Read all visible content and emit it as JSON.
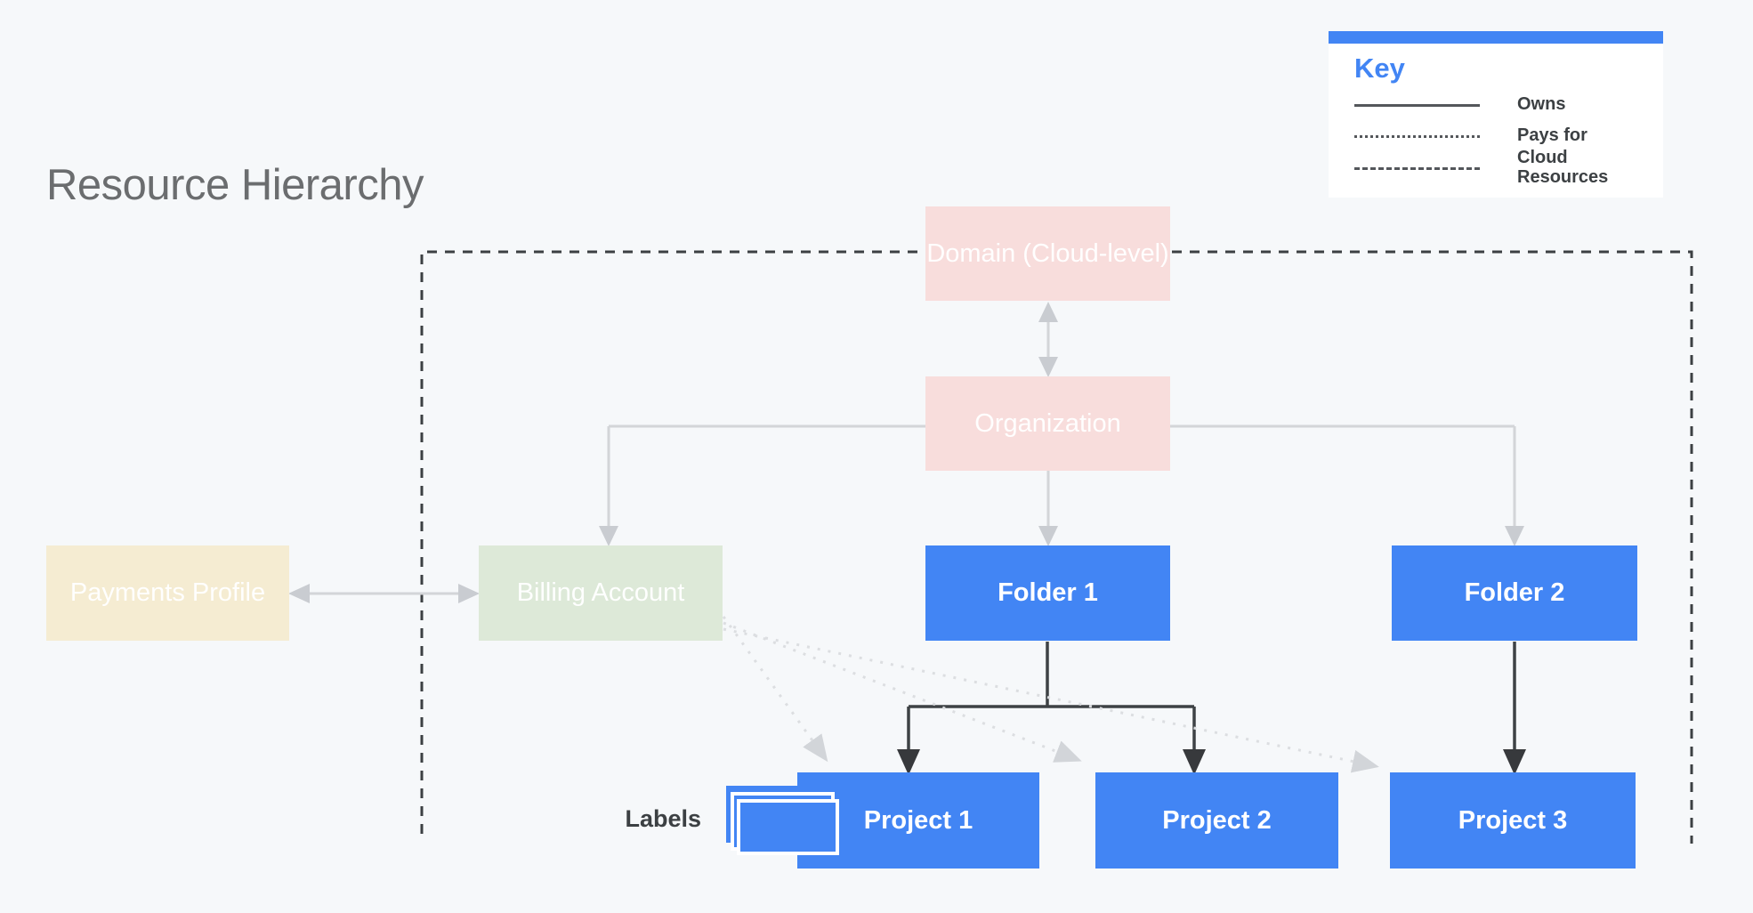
{
  "title": "Resource Hierarchy",
  "key": {
    "title": "Key",
    "entries": [
      {
        "line_style": "solid",
        "label": "Owns"
      },
      {
        "line_style": "dotted",
        "label": "Pays for"
      },
      {
        "line_style": "dashed",
        "label": "Cloud Resources"
      }
    ]
  },
  "nodes": {
    "domain": {
      "label": "Domain (Cloud-level)",
      "color": "#f8dddc"
    },
    "organization": {
      "label": "Organization",
      "color": "#f8dddc"
    },
    "payments_profile": {
      "label": "Payments Profile",
      "color": "#f5ecd2"
    },
    "billing_account": {
      "label": "Billing Account",
      "color": "#dde9d8"
    },
    "folder1": {
      "label": "Folder 1",
      "color": "#4285f4"
    },
    "folder2": {
      "label": "Folder 2",
      "color": "#4285f4"
    },
    "project1": {
      "label": "Project 1",
      "color": "#4285f4"
    },
    "project2": {
      "label": "Project 2",
      "color": "#4285f4"
    },
    "project3": {
      "label": "Project 3",
      "color": "#4285f4"
    }
  },
  "labels_caption": "Labels",
  "edges": [
    {
      "from": "domain",
      "to": "organization",
      "type": "owns",
      "bidirectional": true
    },
    {
      "from": "organization",
      "to": "billing_account",
      "type": "owns"
    },
    {
      "from": "organization",
      "to": "folder1",
      "type": "owns"
    },
    {
      "from": "organization",
      "to": "folder2",
      "type": "owns"
    },
    {
      "from": "payments_profile",
      "to": "billing_account",
      "type": "owns",
      "bidirectional": true
    },
    {
      "from": "folder1",
      "to": "project1",
      "type": "owns"
    },
    {
      "from": "folder1",
      "to": "project2",
      "type": "owns"
    },
    {
      "from": "folder2",
      "to": "project3",
      "type": "owns"
    },
    {
      "from": "billing_account",
      "to": "project1",
      "type": "pays_for"
    },
    {
      "from": "billing_account",
      "to": "project2",
      "type": "pays_for"
    },
    {
      "from": "billing_account",
      "to": "project3",
      "type": "pays_for"
    },
    {
      "boundary": "cloud_resources",
      "type": "cloud_resources",
      "encloses": [
        "domain",
        "organization",
        "billing_account",
        "folder1",
        "folder2",
        "project1",
        "project2",
        "project3"
      ]
    }
  ],
  "colors": {
    "background": "#f6f8fa",
    "accent_blue": "#4285f4",
    "pastel_pink": "#f8dddc",
    "pastel_green": "#dde9d8",
    "pastel_cream": "#f5ecd2",
    "title_gray": "#6b6d6f",
    "dark_text": "#3c4043",
    "owns_line_gray": "#d3d5d8",
    "tree_line_dark": "#3e4245",
    "pays_for_dotted": "#dcdee1"
  }
}
